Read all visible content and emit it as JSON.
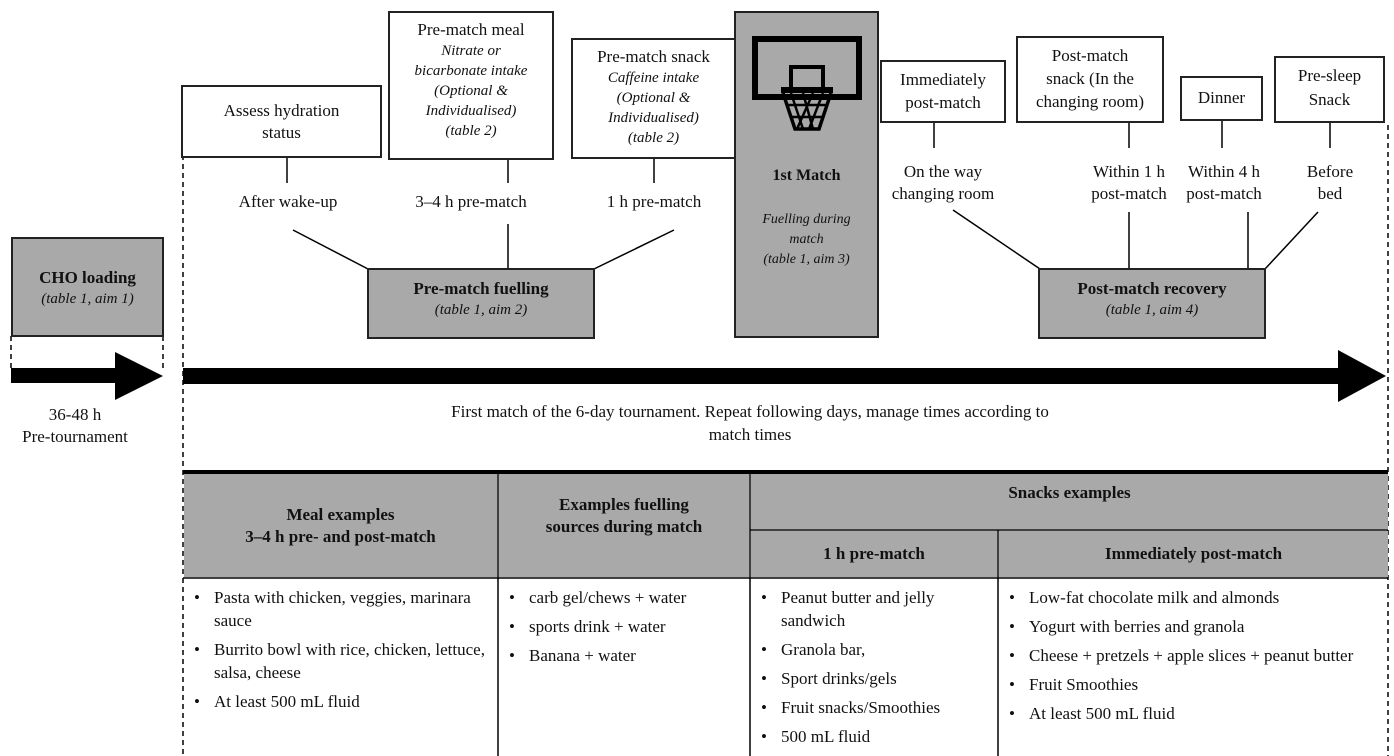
{
  "cho": {
    "title": "CHO loading",
    "ref": "(table 1, aim 1)",
    "timing_line1": "36-48 h",
    "timing_line2": "Pre-tournament"
  },
  "pre_match": {
    "hydration": {
      "line1": "Assess hydration",
      "line2": "status",
      "timing": "After wake-up"
    },
    "meal": {
      "title": "Pre-match meal",
      "l1": "Nitrate or",
      "l2": "bicarbonate intake",
      "l3": "(Optional &",
      "l4": "Individualised)",
      "l5": "(table 2)",
      "timing": "3–4 h pre-match"
    },
    "snack": {
      "title": "Pre-match snack",
      "l1": "Caffeine intake",
      "l2": "(Optional &",
      "l3": "Individualised)",
      "l4": "(table 2)",
      "timing": "1 h pre-match"
    },
    "fuelling_title": "Pre-match fuelling",
    "fuelling_ref": "(table 1, aim 2)"
  },
  "match": {
    "title": "1st Match",
    "l1": "Fuelling during",
    "l2": "match",
    "ref": "(table 1, aim 3)",
    "icon": "basketball-hoop-icon"
  },
  "post_match": {
    "immediate": {
      "l1": "Immediately",
      "l2": "post-match",
      "t1": "On the way",
      "t2": "changing room"
    },
    "snack": {
      "l1": "Post-match",
      "l2": "snack (In the",
      "l3": "changing room)",
      "t1": "Within 1 h",
      "t2": "post-match"
    },
    "dinner": {
      "l1": "Dinner",
      "t1": "Within 4 h",
      "t2": "post-match"
    },
    "presleep": {
      "l1": "Pre-sleep",
      "l2": "Snack",
      "t1": "Before",
      "t2": "bed"
    },
    "recovery_title": "Post-match recovery",
    "recovery_ref": "(table 1, aim 4)"
  },
  "tournament_note_line1": "First match of the 6-day tournament. Repeat following  days, manage times according to",
  "tournament_note_line2": "match times",
  "table": {
    "col1_header_l1": "Meal examples",
    "col1_header_l2": "3–4 h pre- and post-match",
    "col2_header_l1": "Examples fuelling",
    "col2_header_l2": "sources during match",
    "snacks_header": "Snacks examples",
    "col3_header": "1 h pre-match",
    "col4_header": "Immediately post-match",
    "col1_items": [
      "Pasta with chicken, veggies, marinara sauce",
      "Burrito bowl with rice, chicken, lettuce, salsa, cheese",
      "At least 500 mL fluid"
    ],
    "col2_items": [
      "carb gel/chews + water",
      "sports drink + water",
      "Banana + water"
    ],
    "col3_items": [
      "Peanut butter and jelly sandwich",
      "Granola bar,",
      "Sport drinks/gels",
      "Fruit snacks/Smoothies",
      "500 mL fluid"
    ],
    "col4_items": [
      "Low-fat chocolate milk and almonds",
      "Yogurt with berries and granola",
      "Cheese + pretzels + apple slices + peanut butter",
      "Fruit Smoothies",
      "At least 500 mL fluid"
    ]
  },
  "colors": {
    "grey_fill": "#a9a9a9",
    "line": "#000000"
  }
}
